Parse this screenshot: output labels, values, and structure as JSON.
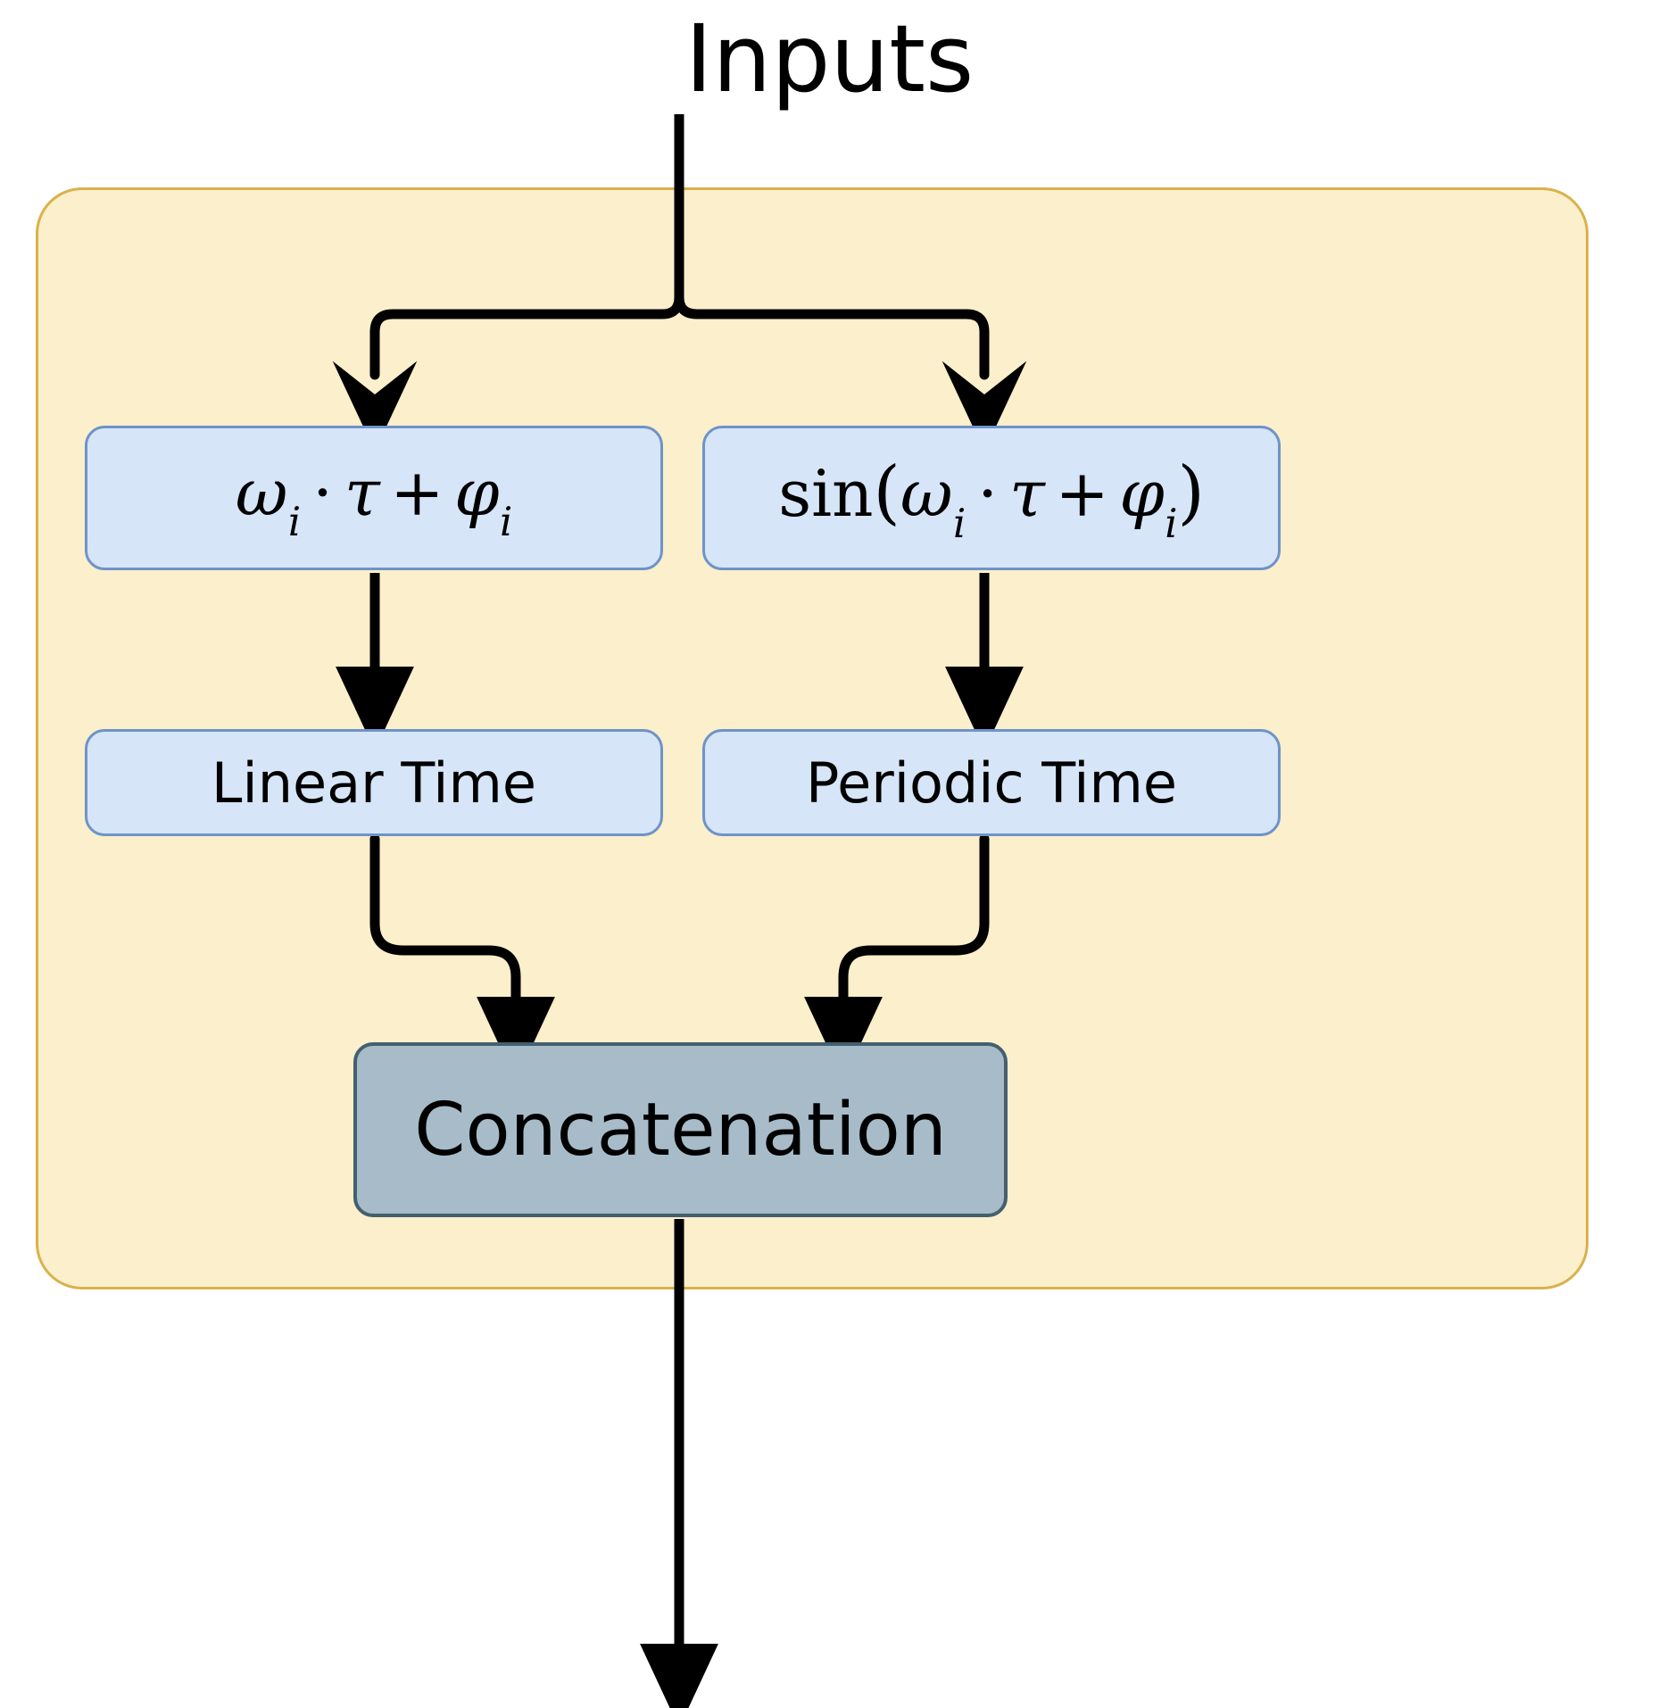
{
  "diagram": {
    "title": "Inputs",
    "type": "flowchart",
    "colors": {
      "panel_fill": "#FCEFCB",
      "panel_border": "#D9B24C",
      "node_fill": "#D7E5F8",
      "node_border": "#6E93C9",
      "concat_fill": "#A7BCC8",
      "concat_border": "#44606F",
      "arrow": "#000000",
      "text": "#000000",
      "background": "#FFFFFF"
    },
    "nodes": {
      "linear_formula": {
        "omega": "ω",
        "omega_sub": "i",
        "dot": "·",
        "tau": "τ",
        "plus": "+",
        "phi": "φ",
        "phi_sub": "i",
        "plain": "ω_i · τ + φ_i"
      },
      "periodic_formula": {
        "fn": "sin",
        "open": "(",
        "omega": "ω",
        "omega_sub": "i",
        "dot": "·",
        "tau": "τ",
        "plus": "+",
        "phi": "φ",
        "phi_sub": "i",
        "close": ")",
        "plain": "sin(ω_i · τ + φ_i)"
      },
      "linear_time_label": "Linear Time",
      "periodic_time_label": "Periodic Time",
      "concatenation_label": "Concatenation"
    },
    "edges": [
      {
        "from": "Inputs",
        "to": "linear_formula"
      },
      {
        "from": "Inputs",
        "to": "periodic_formula"
      },
      {
        "from": "linear_formula",
        "to": "linear_time_label"
      },
      {
        "from": "periodic_formula",
        "to": "periodic_time_label"
      },
      {
        "from": "linear_time_label",
        "to": "concatenation_label"
      },
      {
        "from": "periodic_time_label",
        "to": "concatenation_label"
      },
      {
        "from": "concatenation_label",
        "to": "output"
      }
    ]
  }
}
